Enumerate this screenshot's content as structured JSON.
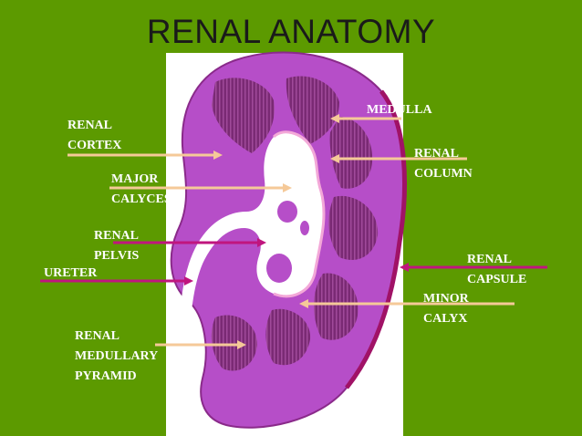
{
  "title": "RENAL ANATOMY",
  "colors": {
    "background": "#5c9a00",
    "kidney_outer": "#b64ec8",
    "kidney_inner": "#8e2f86",
    "sinus": "#ffffff",
    "arrow_tan": "#f5c998",
    "arrow_magenta": "#c0157e",
    "label_text": "#ffffff"
  },
  "labels": {
    "medulla": "MEDULLA",
    "renal_cortex": "RENAL\nCORTEX",
    "renal_column": "RENAL\nCOLUMN",
    "major_calyces": "MAJOR\nCALYCES",
    "renal_pelvis": "RENAL\nPELVIS",
    "ureter": "URETER",
    "renal_capsule": "RENAL\nCAPSULE",
    "minor_calyx": "MINOR\nCALYX",
    "renal_medullary_pyramid": "RENAL\nMEDULLARY\nPYRAMID"
  }
}
